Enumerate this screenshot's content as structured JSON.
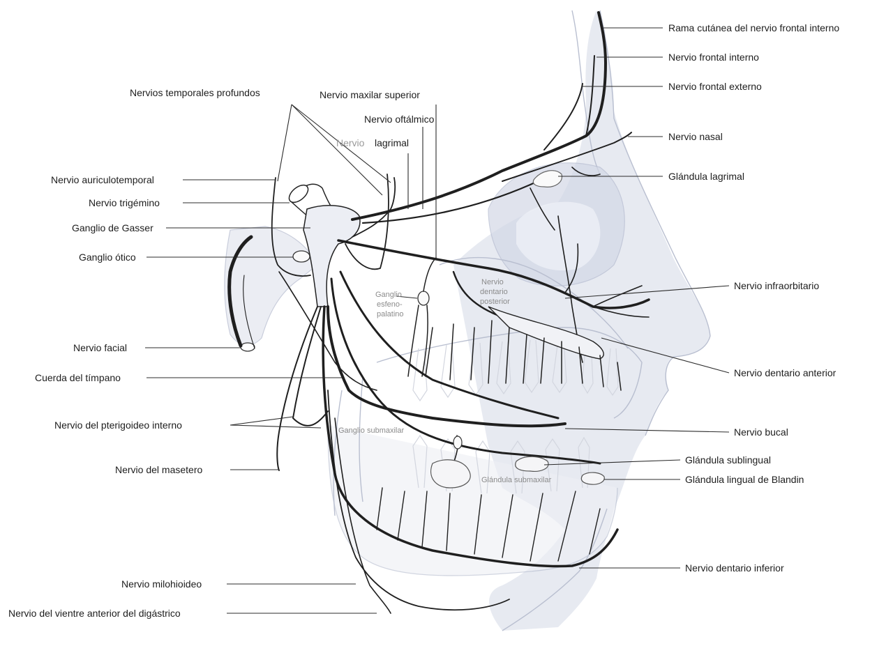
{
  "labels": {
    "rama_cutanea": "Rama cutánea del nervio frontal interno",
    "frontal_interno": "Nervio frontal interno",
    "frontal_externo": "Nervio frontal externo",
    "nasal": "Nervio nasal",
    "glandula_lagrimal": "Glándula lagrimal",
    "infraorbitario": "Nervio infraorbitario",
    "dentario_anterior": "Nervio dentario anterior",
    "bucal": "Nervio bucal",
    "glandula_sublingual": "Glándula sublingual",
    "glandula_blandin": "Glándula lingual de Blandin",
    "dentario_inferior": "Nervio dentario inferior",
    "temporales_profundos": "Nervios temporales profundos",
    "maxilar_superior": "Nervio maxilar superior",
    "oftalmico": "Nervio oftálmico",
    "lagrimal_prefix": "Nervio",
    "lagrimal": "lagrimal",
    "auriculotemporal": "Nervio auriculotemporal",
    "trigemino": "Nervio trigémino",
    "gasser": "Ganglio de Gasser",
    "otico": "Ganglio ótico",
    "facial": "Nervio facial",
    "cuerda_timpano": "Cuerda del tímpano",
    "pterigoideo_interno": "Nervio del pterigoideo interno",
    "masetero": "Nervio del masetero",
    "milohioideo": "Nervio milohioideo",
    "digastrico": "Nervio del vientre anterior del digástrico",
    "ganglio_esfeno_1": "Ganglio",
    "ganglio_esfeno_2": "esfeno-",
    "ganglio_esfeno_3": "palatino",
    "dentario_posterior_1": "Nervio",
    "dentario_posterior_2": "dentario",
    "dentario_posterior_3": "posterior",
    "ganglio_submaxilar": "Ganglio submaxilar",
    "glandula_submaxilar": "Glándula submaxilar"
  },
  "colors": {
    "nerve": "#1f1f1f",
    "bone_line": "#b9bfd0",
    "skin_shade": "#dfe3ee",
    "label_text": "#1d1d1d",
    "inner_label": "#8b8b8b"
  }
}
